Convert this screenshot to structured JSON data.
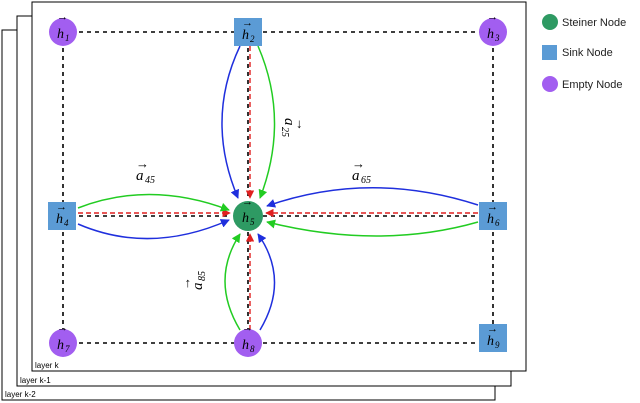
{
  "layers": {
    "top": "layer k",
    "middle": "layer k-1",
    "bottom": "layer k-2"
  },
  "legend": [
    {
      "label": "Steiner Node",
      "shape": "circle",
      "color": "#2e9a63"
    },
    {
      "label": "Sink Node",
      "shape": "square",
      "color": "#5b9bd5"
    },
    {
      "label": "Empty Node",
      "shape": "circle",
      "color": "#a25ef0"
    }
  ],
  "nodes": {
    "h1": {
      "base": "h",
      "sub": "1",
      "type": "empty"
    },
    "h2": {
      "base": "h",
      "sub": "2",
      "type": "sink"
    },
    "h3": {
      "base": "h",
      "sub": "3",
      "type": "empty"
    },
    "h4": {
      "base": "h",
      "sub": "4",
      "type": "sink"
    },
    "h5": {
      "base": "h",
      "sub": "5",
      "type": "steiner"
    },
    "h6": {
      "base": "h",
      "sub": "6",
      "type": "sink"
    },
    "h7": {
      "base": "h",
      "sub": "7",
      "type": "empty"
    },
    "h8": {
      "base": "h",
      "sub": "8",
      "type": "empty"
    },
    "h9": {
      "base": "h",
      "sub": "9",
      "type": "sink"
    }
  },
  "edge_labels": {
    "a45": {
      "base": "a",
      "sub": "45"
    },
    "a65": {
      "base": "a",
      "sub": "65"
    },
    "a25": {
      "base": "a",
      "sub": "25"
    },
    "a85": {
      "base": "a",
      "sub": "85"
    }
  },
  "colors": {
    "steiner": "#2e9a63",
    "sink": "#5b9bd5",
    "empty": "#a25ef0",
    "green_edge": "#22cc22",
    "blue_edge": "#1f2fdd",
    "red_edge": "#e02020"
  }
}
